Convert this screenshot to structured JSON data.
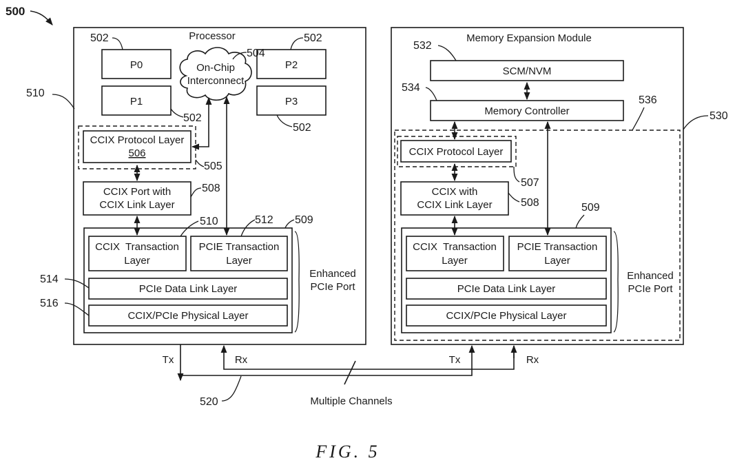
{
  "figure_number": "500",
  "figure_caption": "FIG. 5",
  "processor": {
    "title": "Processor",
    "ref": "510",
    "cores": [
      "P0",
      "P1",
      "P2",
      "P3"
    ],
    "core_refs": [
      "502",
      "502",
      "502",
      "502"
    ],
    "interconnect_line1": "On-Chip",
    "interconnect_line2": "Interconnect",
    "interconnect_ref": "504",
    "protocol_line1": "CCIX Protocol Layer",
    "protocol_line2": "506",
    "protocol_group_ref": "505",
    "port_line1": "CCIX Port with",
    "port_line2": "CCIX Link Layer",
    "port_ref": "508",
    "ccix_tl_line1": "CCIX  Transaction",
    "ccix_tl_line2": "Layer",
    "ccix_tl_ref": "510",
    "pcie_tl_line1": "PCIE Transaction",
    "pcie_tl_line2": "Layer",
    "pcie_tl_ref": "512",
    "enhanced_ref": "509",
    "data_link": "PCIe Data Link Layer",
    "data_link_ref": "514",
    "physical": "CCIX/PCIe Physical Layer",
    "physical_ref": "516",
    "enhanced_line1": "Enhanced",
    "enhanced_line2": "PCIe Port"
  },
  "memory_module": {
    "title": "Memory Expansion Module",
    "ref": "530",
    "scm": "SCM/NVM",
    "scm_ref": "532",
    "controller": "Memory Controller",
    "controller_ref": "534",
    "dashed_ref": "536",
    "protocol": "CCIX Protocol Layer",
    "protocol_ref": "507",
    "port_line1": "CCIX with",
    "port_line2": "CCIX Link Layer",
    "port_ref": "508",
    "ccix_tl_line1": "CCIX  Transaction",
    "ccix_tl_line2": "Layer",
    "pcie_tl_line1": "PCIE Transaction",
    "pcie_tl_line2": "Layer",
    "enhanced_ref": "509",
    "data_link": "PCIe Data Link Layer",
    "physical": "CCIX/PCIe Physical Layer",
    "enhanced_line1": "Enhanced",
    "enhanced_line2": "PCIe Port"
  },
  "link": {
    "tx": "Tx",
    "rx": "Rx",
    "channels": "Multiple Channels",
    "ref": "520"
  }
}
